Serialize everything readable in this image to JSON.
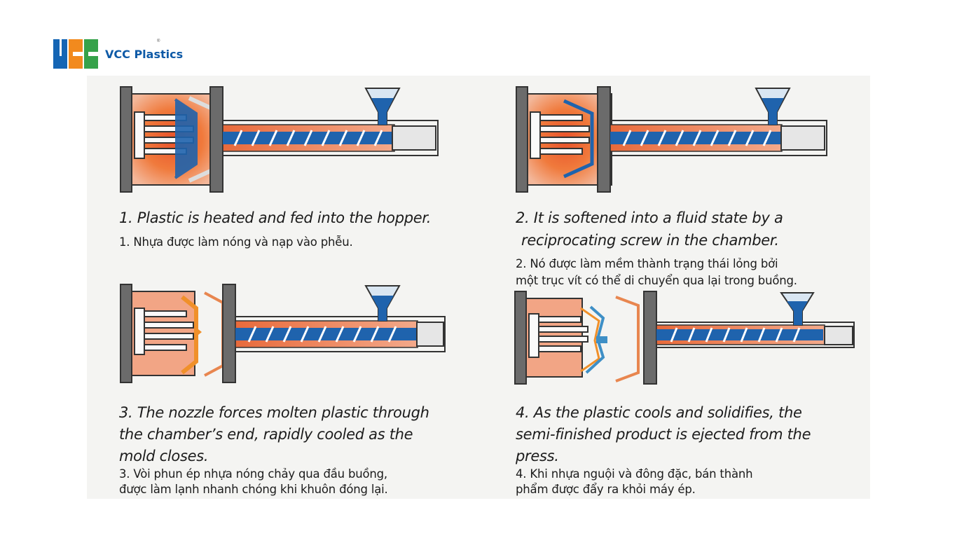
{
  "brand": {
    "name": "VCC Plastics",
    "registered": "®",
    "colors": {
      "blue": "#1565b4",
      "orange": "#f28a1e",
      "green": "#36a24a"
    }
  },
  "steps": [
    {
      "en": "1. Plastic is heated and fed into the hopper.",
      "vi": "1. Nhựa được làm nóng và nạp vào phễu."
    },
    {
      "en_line1": "2. It is softened into a fluid state by a",
      "en_line2": "reciprocating screw in the chamber.",
      "vi_line1": "2. Nó được làm mềm thành trạng thái lỏng bởi",
      "vi_line2": "một trục vít có thể di chuyển qua lại trong buồng."
    },
    {
      "en_line1": "3. The nozzle forces molten plastic through",
      "en_line2": "the chamber’s end, rapidly cooled as the",
      "en_line3": "mold closes.",
      "vi_line1": "3. Vòi phun ép nhựa nóng chảy qua đầu buồng,",
      "vi_line2": "được làm lạnh nhanh chóng khi khuôn đóng lại."
    },
    {
      "en_line1": "4. As the plastic cools and solidifies, the",
      "en_line2": "semi-finished product is ejected from the",
      "en_line3": "press.",
      "vi_line1": "4. Khi nhựa nguội và đông đặc, bán thành",
      "vi_line2": "phẩm được đẩy ra khỏi máy ép."
    }
  ],
  "colors": {
    "plastic": "#1f63ad",
    "heat": "#e8512a",
    "cooled": "#f0902a",
    "frame": "#6b6b6b",
    "product": "#3e8fc6"
  }
}
